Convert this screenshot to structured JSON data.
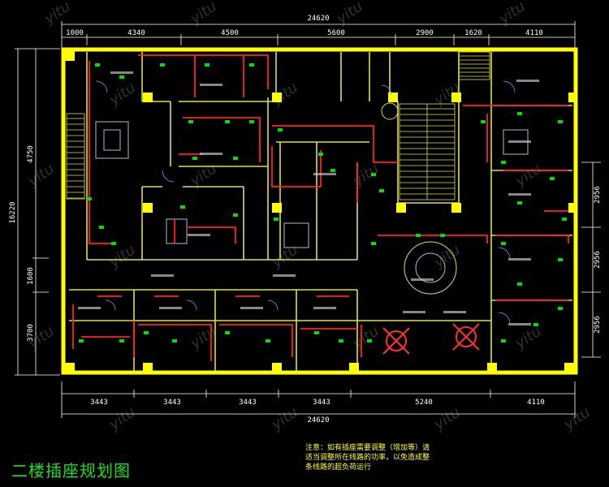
{
  "drawing_title": "二楼插座规划图",
  "note": {
    "lines": [
      "注意：如有插座需要调整（增加等）请",
      "适当调整所在线路的功率，以免造成整",
      "条线路的超负荷运行"
    ]
  },
  "dimensions": {
    "total_width": "24620",
    "top_segments": [
      "1000",
      "4340",
      "4500",
      "5600",
      "2900",
      "1620",
      "4110"
    ],
    "bottom_segments": [
      "3443",
      "3443",
      "3443",
      "3443",
      "5240",
      "4110"
    ],
    "left_total": "16220",
    "left_segments": [
      "4750",
      "1600",
      "3700"
    ],
    "right_segments": [
      "2956",
      "2956",
      "2956"
    ]
  },
  "watermark": "yitu",
  "colors": {
    "wall": "#ffff00",
    "circuit": "#ff2020",
    "outlet": "#00e000",
    "dimension": "#ffffff",
    "interior": "#e0e040",
    "title": "#19e019"
  }
}
